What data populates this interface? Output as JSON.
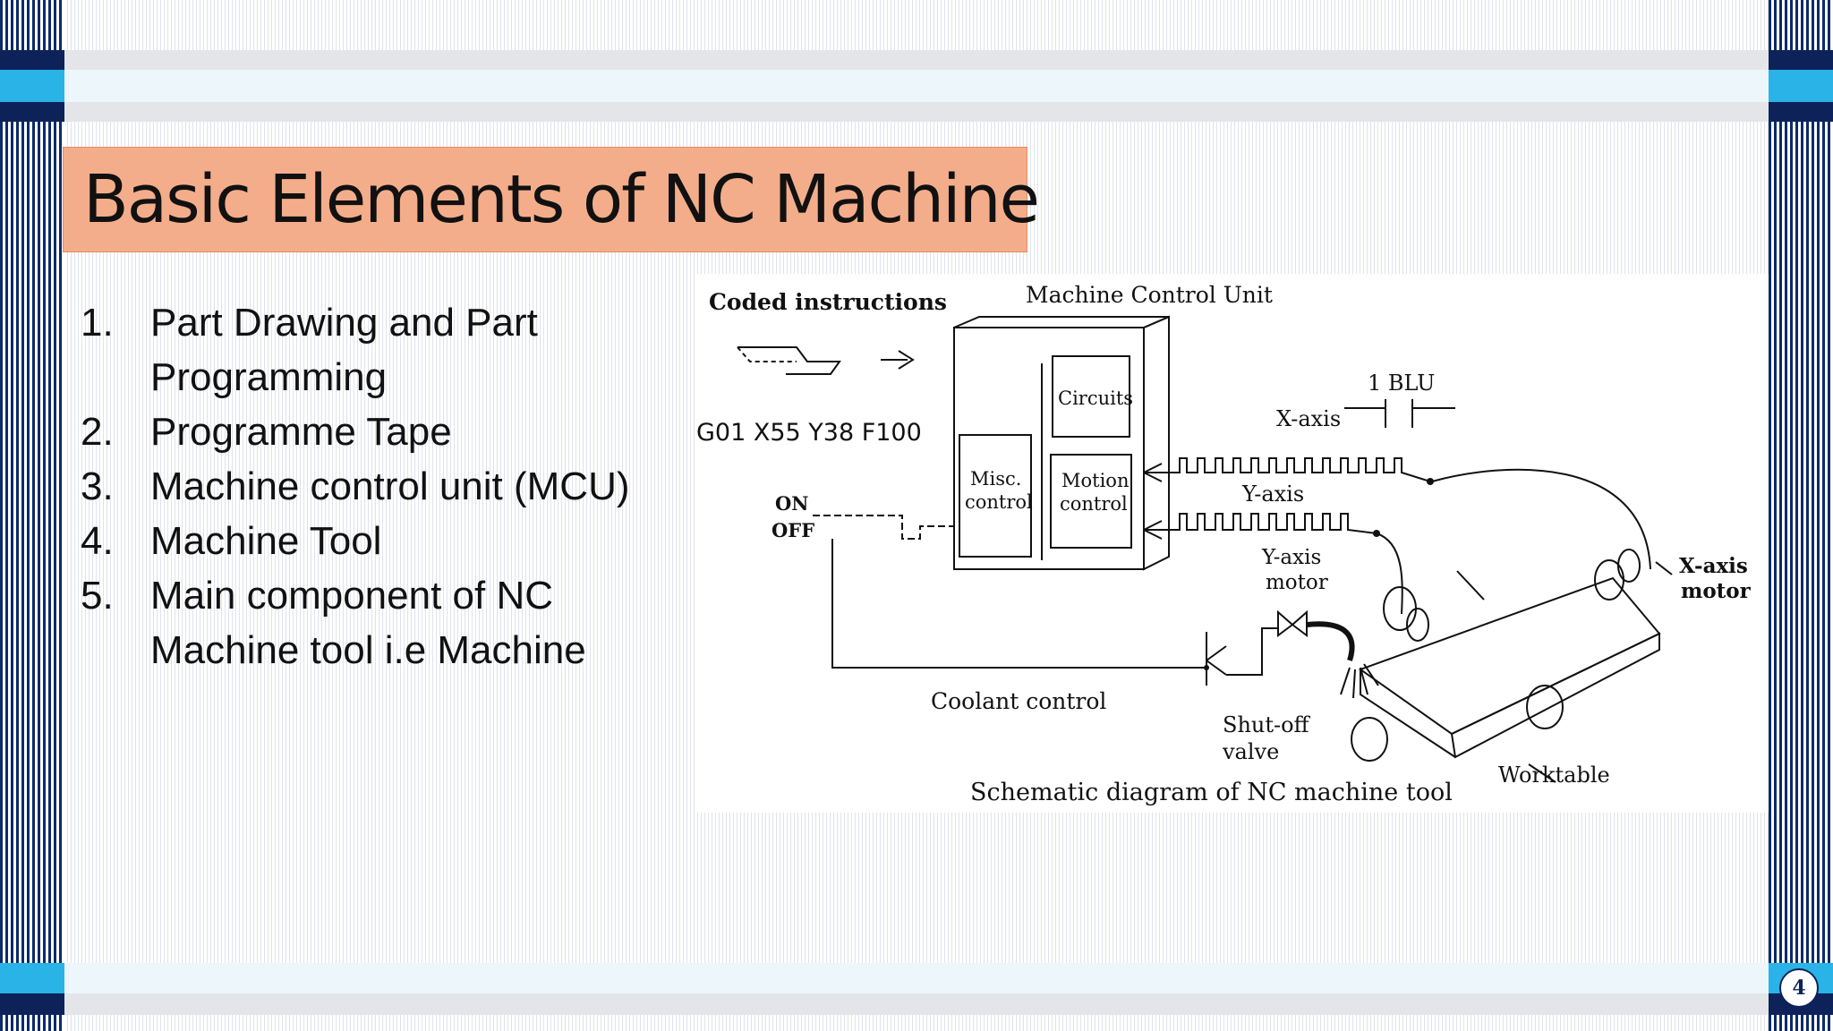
{
  "slide": {
    "title": "Basic Elements of NC Machine",
    "page_number": "4"
  },
  "list_items": [
    {
      "number": "1.",
      "text": "Part Drawing and Part Programming"
    },
    {
      "number": "2.",
      "text": "Programme Tape"
    },
    {
      "number": "3.",
      "text": "Machine control unit (MCU)"
    },
    {
      "number": "4.",
      "text": "Machine Tool"
    },
    {
      "number": "5.",
      "text": "Main component of NC Machine tool i.e Machine"
    }
  ],
  "diagram": {
    "coded_instructions": "Coded instructions",
    "machine_control_unit": "Machine Control Unit",
    "program_code": "G01  X55  Y38  F100",
    "circuits": "Circuits",
    "misc_control_1": "Misc.",
    "misc_control_2": "control",
    "motion_control_1": "Motion",
    "motion_control_2": "control",
    "on": "ON",
    "off": "OFF",
    "blu": "1 BLU",
    "x_axis": "X-axis",
    "y_axis": "Y-axis",
    "y_axis_motor_1": "Y-axis",
    "y_axis_motor_2": "motor",
    "x_axis_motor_1": "X-axis",
    "x_axis_motor_2": "motor",
    "coolant_control": "Coolant control",
    "shutoff_valve_1": "Shut-off",
    "shutoff_valve_2": "valve",
    "worktable": "Worktable",
    "caption": "Schematic diagram of NC machine tool"
  },
  "colors": {
    "title_fill": "#f4ad8a",
    "navy": "#0d2259",
    "cyan": "#29b3e6"
  }
}
